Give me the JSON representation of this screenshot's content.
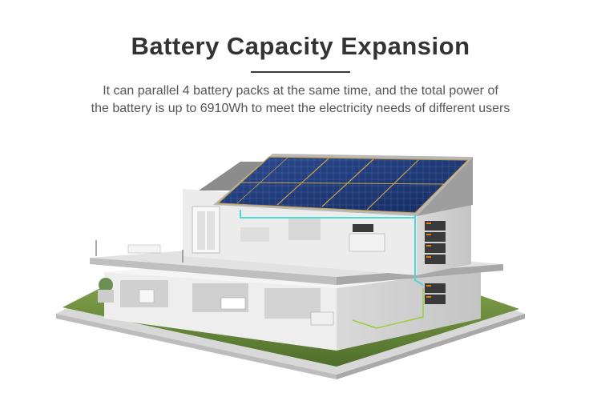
{
  "header": {
    "title": "Battery Capacity Expansion",
    "subtitle_line1": "It can parallel 4 battery packs at the same time, and the total power of",
    "subtitle_line2": "the battery is up to 6910Wh to meet the electricity needs of different users"
  },
  "illustration": {
    "subject": "house-with-solar-roof-and-battery-packs",
    "battery_pack_count": 4,
    "colors": {
      "solar_panel": "#1e3a78",
      "cable_highlight": "#4fd6d6",
      "grass": "#6a8f3a",
      "walls": "#e6e6e6"
    }
  }
}
